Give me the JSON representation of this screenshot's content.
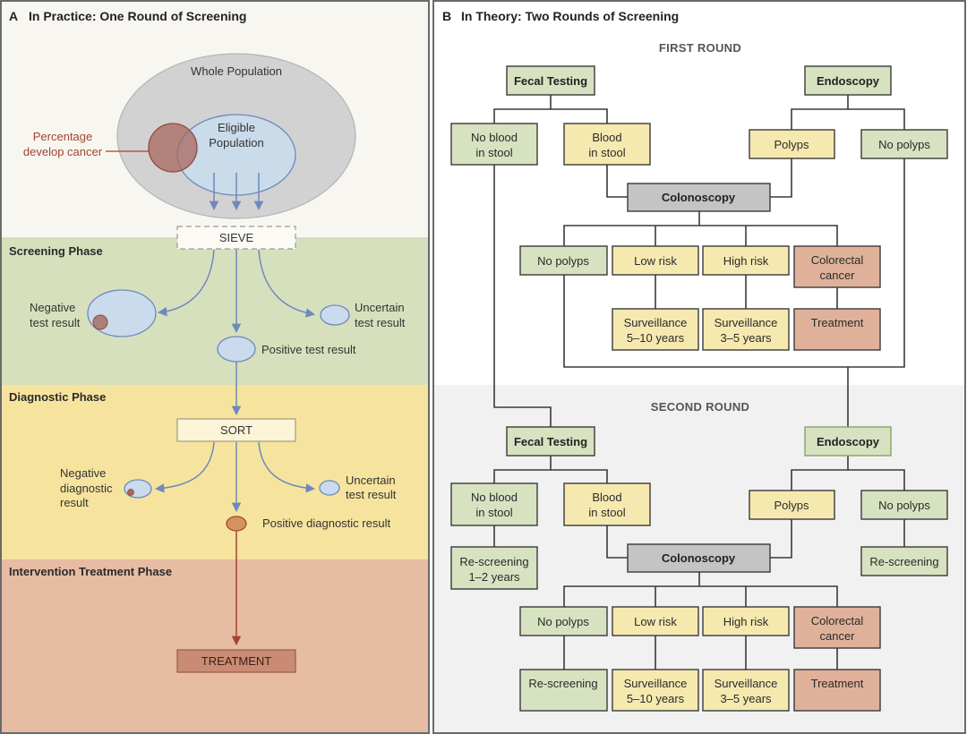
{
  "colors": {
    "green_box": "#d7e2c1",
    "yellow_box": "#f6e9b0",
    "gray_box": "#c4c4c4",
    "salmon_box": "#e0b19a",
    "panel_a_top": "#f8f6f0",
    "screening_phase": "#d7e0bd",
    "diagnostic_phase": "#f6e49e",
    "intervention_phase": "#e6bca3",
    "panel_b_first": "#ffffff",
    "panel_b_second": "#f1f1f1",
    "ellipse_blue": "#c9dbec",
    "ellipse_gray": "#d2d2d2",
    "cancer_red": "#b07a70"
  },
  "panel_a": {
    "letter": "A",
    "title": "In Practice: One Round of Screening",
    "whole_population": "Whole Population",
    "eligible_population_line1": "Eligible",
    "eligible_population_line2": "Population",
    "cancer_label_line1": "Percentage",
    "cancer_label_line2": "develop cancer",
    "sieve": "SIEVE",
    "screening_phase": {
      "title": "Screening Phase",
      "negative_line1": "Negative",
      "negative_line2": "test result",
      "uncertain_line1": "Uncertain",
      "uncertain_line2": "test result",
      "positive": "Positive test result"
    },
    "diagnostic_phase": {
      "title": "Diagnostic Phase",
      "sort": "SORT",
      "negative_line1": "Negative",
      "negative_line2": "diagnostic",
      "negative_line3": "result",
      "uncertain_line1": "Uncertain",
      "uncertain_line2": "test result",
      "positive": "Positive diagnostic result"
    },
    "intervention_phase": {
      "title": "Intervention Treatment Phase",
      "treatment": "TREATMENT"
    }
  },
  "panel_b": {
    "letter": "B",
    "title": "In Theory: Two Rounds of Screening",
    "first_round": {
      "label": "FIRST ROUND",
      "fecal_testing": "Fecal Testing",
      "endoscopy": "Endoscopy",
      "no_blood": [
        "No blood",
        "in stool"
      ],
      "blood": [
        "Blood",
        "in stool"
      ],
      "polyps": "Polyps",
      "no_polyps": "No polyps",
      "colonoscopy": "Colonoscopy",
      "outcomes": {
        "no_polyps": "No polyps",
        "low_risk": "Low risk",
        "high_risk": "High risk",
        "colorectal_cancer": [
          "Colorectal",
          "cancer"
        ]
      },
      "follow_up": {
        "surveillance_low": [
          "Surveillance",
          "5–10 years"
        ],
        "surveillance_high": [
          "Surveillance",
          "3–5 years"
        ],
        "treatment": "Treatment"
      }
    },
    "second_round": {
      "label": "SECOND ROUND",
      "fecal_testing": "Fecal Testing",
      "endoscopy": "Endoscopy",
      "no_blood": [
        "No blood",
        "in stool"
      ],
      "blood": [
        "Blood",
        "in stool"
      ],
      "polyps": "Polyps",
      "no_polyps": "No polyps",
      "rescreening_fecal": [
        "Re-screening",
        "1–2 years"
      ],
      "rescreening_endo": "Re-screening",
      "colonoscopy": "Colonoscopy",
      "outcomes": {
        "no_polyps": "No polyps",
        "low_risk": "Low risk",
        "high_risk": "High risk",
        "colorectal_cancer": [
          "Colorectal",
          "cancer"
        ]
      },
      "follow_up": {
        "rescreening": "Re-screening",
        "surveillance_low": [
          "Surveillance",
          "5–10 years"
        ],
        "surveillance_high": [
          "Surveillance",
          "3–5 years"
        ],
        "treatment": "Treatment"
      }
    }
  }
}
